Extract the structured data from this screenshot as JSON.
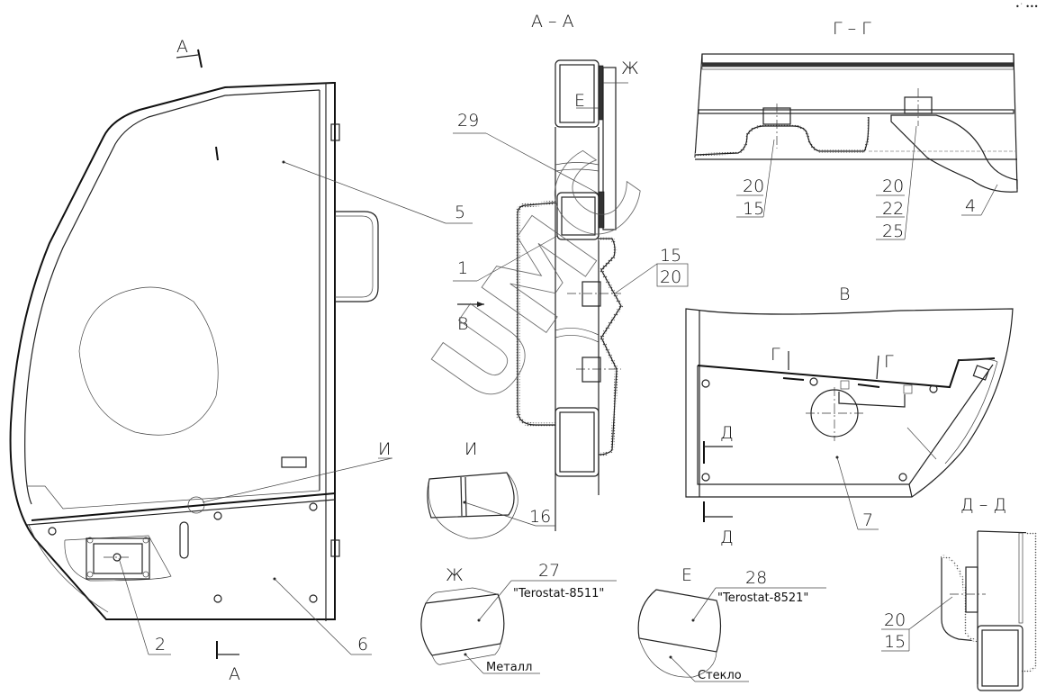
{
  "corner_mark": "•˙ •••",
  "section_marks": {
    "a_top": "А",
    "a_bottom": "А"
  },
  "views": {
    "aa": {
      "title": "А – А",
      "detail_zh": "Ж",
      "detail_e": "Е",
      "view_b": "В"
    },
    "gg": {
      "title": "Г – Г"
    },
    "b": {
      "title": "В",
      "cut_g1": "Г",
      "cut_g2": "Г",
      "cut_d1": "Д",
      "cut_d2": "Д"
    },
    "dd": {
      "title": "Д – Д"
    },
    "i": {
      "title": "И"
    },
    "zh": {
      "title": "Ж",
      "material": "\"Terostat-8511\"",
      "base": "Металл"
    },
    "e": {
      "title": "Е",
      "material": "\"Terostat-8521\"",
      "base": "Стекло"
    }
  },
  "callouts": {
    "main_5": "5",
    "main_i": "И",
    "main_2": "2",
    "main_6": "6",
    "aa_29": "29",
    "aa_1": "1",
    "aa_15": "15",
    "aa_20": "20",
    "gg_20a": "20",
    "gg_15": "15",
    "gg_20b": "20",
    "gg_22": "22",
    "gg_25": "25",
    "gg_4": "4",
    "b_7": "7",
    "i_16": "16",
    "zh_27": "27",
    "e_28": "28",
    "dd_20": "20",
    "dd_15": "15"
  },
  "watermark": "UMC"
}
